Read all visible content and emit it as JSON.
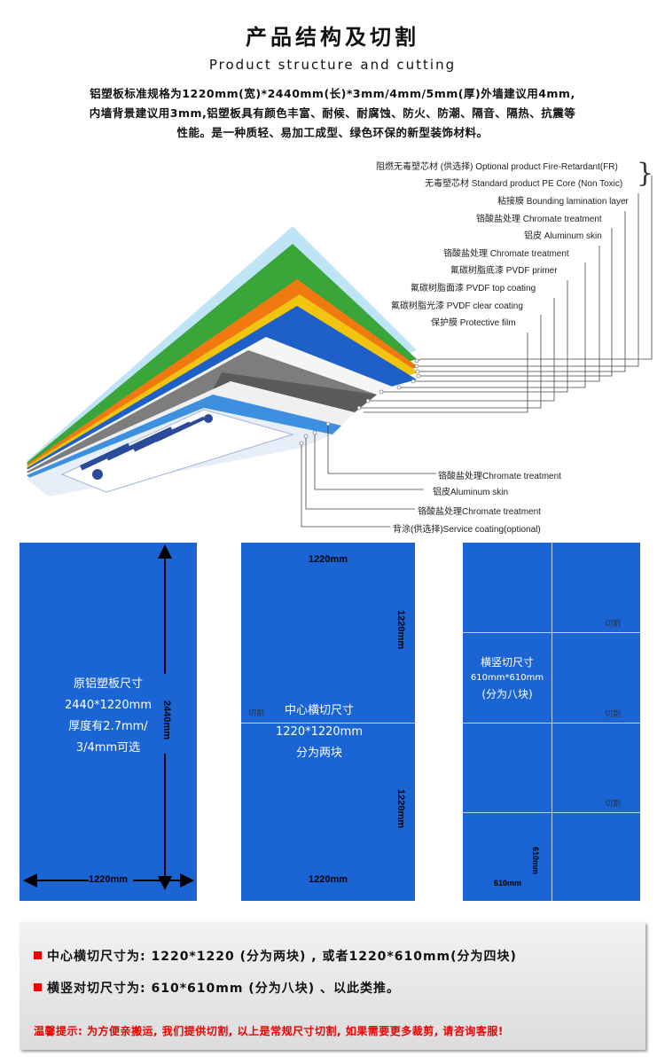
{
  "title": "产品结构及切割",
  "subtitle": "Product structure and cutting",
  "description": {
    "line1": "铝塑板标准规格为1220mm(宽)*2440mm(长)*3mm/4mm/5mm(厚)外墙建议用4mm,",
    "line2": "内墙背景建议用3mm,铝塑板具有颜色丰富、耐候、耐腐蚀、防火、防潮、隔音、隔热、抗震等",
    "line3": "性能。是一种质轻、易加工成型、绿色环保的新型装饰材料。"
  },
  "layers_top": [
    "阻燃无毒塑芯材 (供选择) Optional product Fire-Retardant(FR)",
    "无毒塑芯材 Standard product PE Core (Non Toxic)",
    "粘接膜 Bounding lamination layer",
    "铬酸盐处理 Chromate treatment",
    "铝皮 Aluminum skin",
    "铬酸盐处理 Chromate treatment",
    "氟碳树脂底漆 PVDF primer",
    "氟碳树脂面漆 PVDF top coating",
    "氟碳树脂光漆 PVDF clear coating",
    "保护膜 Protective film"
  ],
  "layers_bottom": [
    "铬酸盐处理Chromate treatment",
    "铝皮Aluminum skin",
    "铬酸盐处理Chromate treatment",
    "背涂(供选择)Service coating(optional)"
  ],
  "panel1": {
    "line1": "原铝塑板尺寸",
    "line2": "2440*1220mm",
    "line3": "厚度有2.7mm/",
    "line4": "3/4mm可选",
    "width": "1220mm",
    "height": "2440mm"
  },
  "panel2": {
    "line1": "中心横切尺寸",
    "line2": "1220*1220mm",
    "line3": "分为两块",
    "width_top": "1220mm",
    "height_top": "1220mm",
    "height_bottom": "1220mm",
    "width_bottom": "1220mm",
    "cut": "切割"
  },
  "panel3": {
    "line1": "横竖切尺寸",
    "line2": "610mm*610mm",
    "line3": "(分为八块)",
    "cut1": "切割",
    "cut2": "切割",
    "cut3": "切割",
    "height": "610mm",
    "width": "610mm"
  },
  "notes": {
    "line1": "中心横切尺寸为: 1220*1220 (分为两块) , 或者1220*610mm(分为四块)",
    "line2": "横竖对切尺寸为: 610*610mm (分为八块) 、以此类推。",
    "warning": "温馨提示: 为方便亲搬运, 我们提供切割, 以上是常规尺寸切割, 如果需要更多裁剪, 请咨询客服!"
  },
  "colors": {
    "panel_blue": "#1a64d4",
    "warning_red": "#e00000"
  }
}
